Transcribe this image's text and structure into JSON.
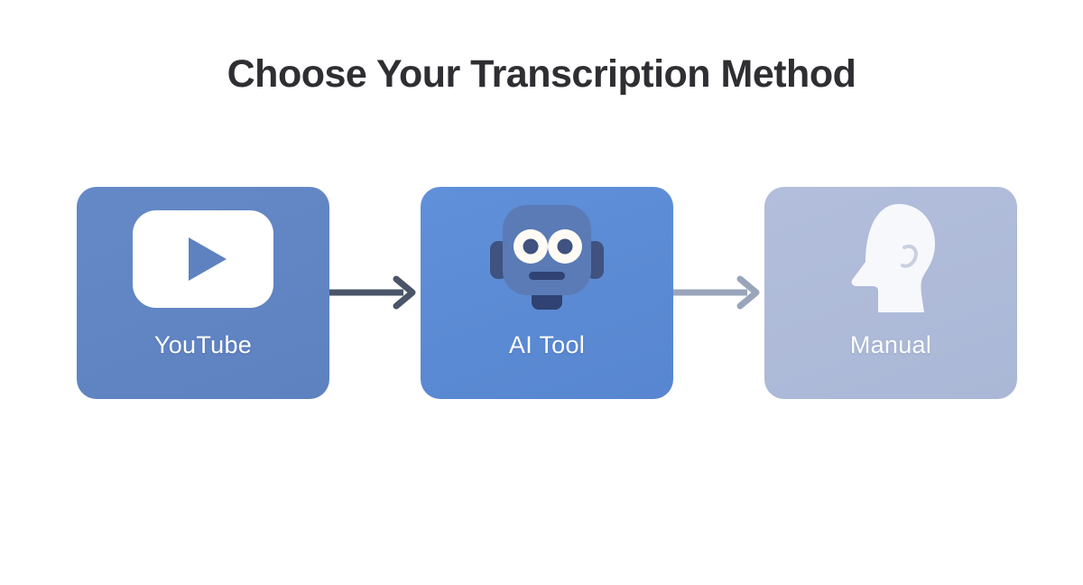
{
  "page": {
    "title": "Choose Your Transcription Method",
    "background_color": "#ffffff",
    "title_color": "#2e2e33"
  },
  "flow": {
    "steps": [
      {
        "id": "youtube",
        "label": "YouTube",
        "icon": "youtube-play-icon",
        "card_color": "#6285c3",
        "icon_color": "#ffffff",
        "label_color": "#ffffff"
      },
      {
        "id": "ai-tool",
        "label": "AI Tool",
        "icon": "robot-head-icon",
        "card_color": "#5b8ad5",
        "icon_color": "#5a7bb5",
        "label_color": "#ffffff"
      },
      {
        "id": "manual",
        "label": "Manual",
        "icon": "human-head-profile-icon",
        "card_color": "#aebbd8",
        "icon_color": "#f7f8fb",
        "label_color": "#fdfdfe"
      }
    ],
    "connectors": [
      {
        "id": "arrow-youtube-to-ai",
        "icon": "arrow-right-icon",
        "color": "#4a5568"
      },
      {
        "id": "arrow-ai-to-manual",
        "icon": "arrow-right-icon",
        "color": "#9aa5bc"
      }
    ]
  }
}
